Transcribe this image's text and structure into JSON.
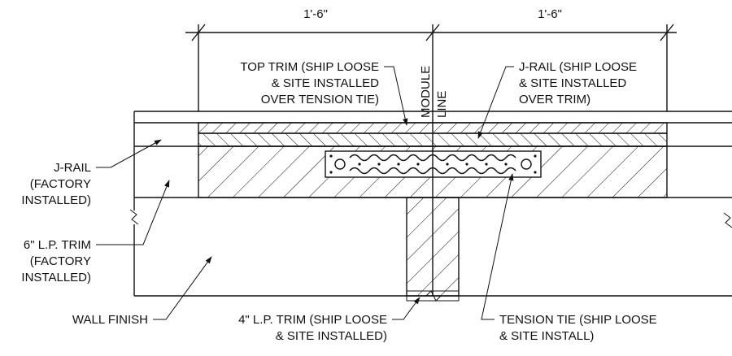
{
  "dimensions": {
    "left": "1'-6\"",
    "right": "1'-6\""
  },
  "module_line": [
    "MODULE",
    "LINE"
  ],
  "callouts": {
    "top_trim": [
      "TOP TRIM (SHIP LOOSE",
      "& SITE INSTALLED",
      "OVER TENSION TIE)"
    ],
    "j_rail_site": [
      "J-RAIL (SHIP LOOSE",
      "& SITE INSTALLED",
      "OVER TRIM)"
    ],
    "j_rail_factory": [
      "J-RAIL",
      "(FACTORY",
      "INSTALLED)"
    ],
    "trim_6in": [
      "6\" L.P. TRIM",
      "(FACTORY",
      "INSTALLED)"
    ],
    "wall_finish": [
      "WALL FINISH"
    ],
    "trim_4in": [
      "4\" L.P. TRIM (SHIP LOOSE",
      "& SITE INSTALLED)"
    ],
    "tension_tie": [
      "TENSION TIE (SHIP LOOSE",
      "& SITE INSTALL)"
    ]
  }
}
